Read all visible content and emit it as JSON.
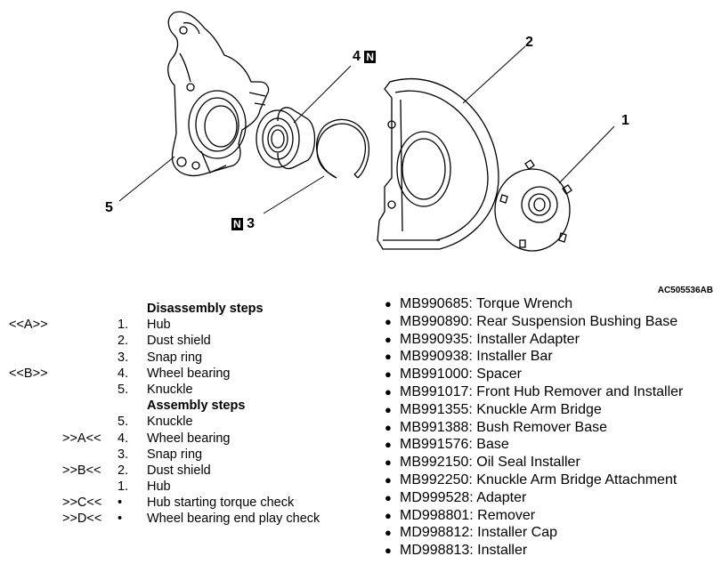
{
  "figure": {
    "callouts": {
      "c1": "1",
      "c2": "2",
      "c3": "3",
      "c4": "4",
      "c5": "5",
      "new_part_mark": "N"
    },
    "figure_code": "AC505536AB"
  },
  "steps": [
    {
      "mark1": "",
      "mark2": "",
      "num": "",
      "text": "Disassembly steps",
      "heading": true
    },
    {
      "mark1": "<<A>>",
      "mark2": "",
      "num": "1.",
      "text": "Hub"
    },
    {
      "mark1": "",
      "mark2": "",
      "num": "2.",
      "text": "Dust shield"
    },
    {
      "mark1": "",
      "mark2": "",
      "num": "3.",
      "text": "Snap ring"
    },
    {
      "mark1": "<<B>>",
      "mark2": "",
      "num": "4.",
      "text": "Wheel bearing"
    },
    {
      "mark1": "",
      "mark2": "",
      "num": "5.",
      "text": "Knuckle"
    },
    {
      "mark1": "",
      "mark2": "",
      "num": "",
      "text": "Assembly steps",
      "heading": true
    },
    {
      "mark1": "",
      "mark2": "",
      "num": "5.",
      "text": "Knuckle"
    },
    {
      "mark1": "",
      "mark2": ">>A<<",
      "num": "4.",
      "text": "Wheel bearing"
    },
    {
      "mark1": "",
      "mark2": "",
      "num": "3.",
      "text": "Snap ring"
    },
    {
      "mark1": "",
      "mark2": ">>B<<",
      "num": "2.",
      "text": "Dust shield"
    },
    {
      "mark1": "",
      "mark2": "",
      "num": "1.",
      "text": "Hub"
    },
    {
      "mark1": "",
      "mark2": ">>C<<",
      "num": "•",
      "text": "Hub starting torque check"
    },
    {
      "mark1": "",
      "mark2": ">>D<<",
      "num": "•",
      "text": "Wheel bearing end play check"
    }
  ],
  "tools": [
    "MB990685: Torque Wrench",
    "MB990890: Rear Suspension Bushing Base",
    "MB990935: Installer Adapter",
    "MB990938: Installer Bar",
    "MB991000: Spacer",
    "MB991017: Front Hub Remover and Installer",
    "MB991355: Knuckle Arm Bridge",
    "MB991388: Bush Remover Base",
    "MB991576: Base",
    "MB992150: Oil Seal Installer",
    "MB992250: Knuckle Arm Bridge Attachment",
    "MD999528: Adapter",
    "MD998801: Remover",
    "MD998812: Installer Cap",
    "MD998813: Installer"
  ],
  "bullet": "●"
}
